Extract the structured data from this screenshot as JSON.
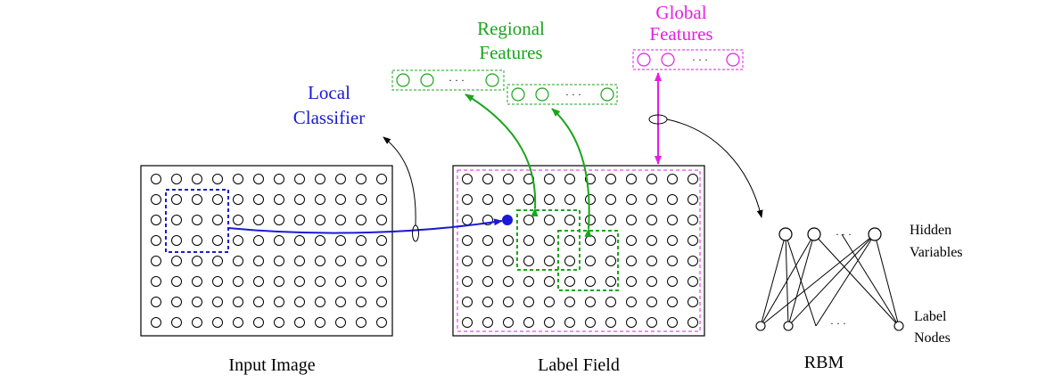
{
  "labels": {
    "local_classifier_line1": "Local",
    "local_classifier_line2": "Classifier",
    "regional_line1": "Regional",
    "regional_line2": "Features",
    "global_line1": "Global",
    "global_line2": "Features",
    "input_image": "Input Image",
    "label_field": "Label Field",
    "rbm": "RBM",
    "hidden_line1": "Hidden",
    "hidden_line2": "Variables",
    "label_nodes_line1": "Label",
    "label_nodes_line2": "Nodes",
    "ellipsis": "· · ·"
  },
  "colors": {
    "local": "#1a1ad6",
    "regional": "#1aa51a",
    "global": "#e61ee6",
    "ink": "#000000"
  },
  "grid": {
    "rows": 8,
    "cols": 12
  },
  "rbm": {
    "hidden_units": 4,
    "label_units": 4
  }
}
